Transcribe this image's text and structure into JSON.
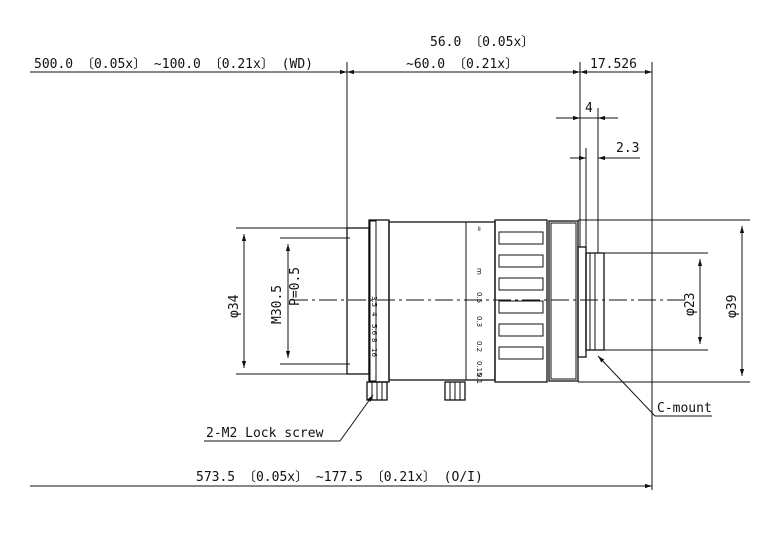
{
  "dimensions": {
    "wd_range": "500.0 〔0.05x〕 ~100.0 〔0.21x〕 (WD)",
    "length_min": "56.0 〔0.05x〕",
    "length_max": "~60.0 〔0.21x〕",
    "flange_back": "17.526",
    "flange_step": "4",
    "flange_thickness": "2.3",
    "filter_dia": "φ34",
    "filter_thread": "M30.5",
    "filter_pitch": "P=0.5",
    "mount_dia": "φ23",
    "body_dia": "φ39",
    "oi_range": "573.5 〔0.05x〕 ~177.5 〔0.21x〕 (O/I)"
  },
  "callouts": {
    "lock_screw": "2-M2 Lock screw",
    "mount": "C-mount"
  },
  "iris_scale": [
    "3.5",
    "4",
    "5.6",
    "8",
    "16"
  ],
  "focus_scale": [
    "∞",
    "m",
    "0.5",
    "0.3",
    "0.2",
    "0.15",
    "0.1"
  ]
}
